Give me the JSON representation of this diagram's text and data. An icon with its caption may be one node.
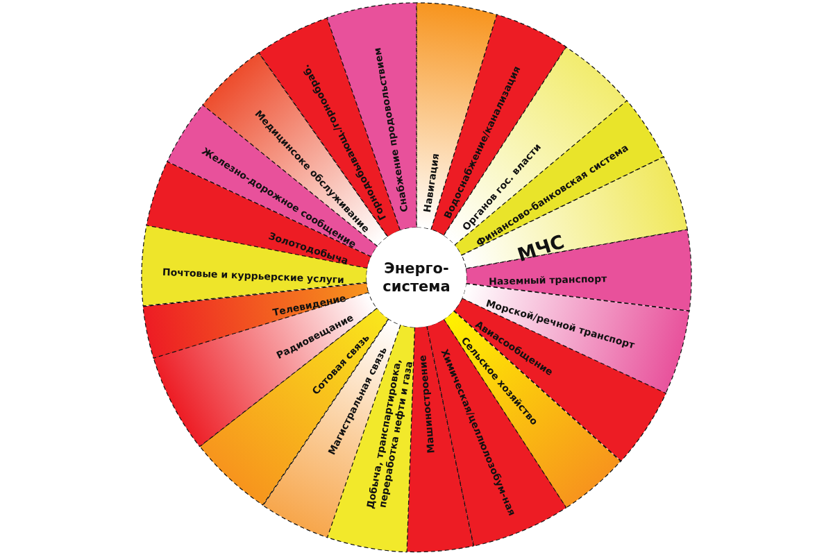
{
  "diagram": {
    "nodes": [
      {
        "text": [
          "Энерго- система"
        ]
      },
      {
        "text": [
          "Навигация"
        ]
      },
      {
        "text": [
          "Водоснабжение/канализация"
        ]
      },
      {
        "text": [
          "Органов гос. власти"
        ]
      },
      {
        "text": [
          "Финансово-банковская система"
        ]
      },
      {
        "text": [
          "МЧС"
        ]
      },
      {
        "text": [
          "Наземный транспорт"
        ]
      },
      {
        "text": [
          "Морской/речной транспорт"
        ]
      },
      {
        "text": [
          "Авиасообщение"
        ]
      },
      {
        "text": [
          "Сельское хозяйство"
        ]
      },
      {
        "text": [
          "Химическая/целлюлозобум-ная"
        ]
      },
      {
        "text": [
          "Машиностроение"
        ]
      },
      {
        "text": [
          "Добыча, транспартировка, переработка нефти и газа"
        ]
      },
      {
        "text": [
          "Магистральная связь"
        ]
      },
      {
        "text": [
          "Сотовая связь"
        ]
      },
      {
        "text": [
          "Радиовещание"
        ]
      },
      {
        "text": [
          "Телевидение"
        ]
      },
      {
        "text": [
          "Почтовые и куррьерские услуги"
        ]
      },
      {
        "text": [
          "Золотодобыча"
        ]
      },
      {
        "text": [
          "Железно-дорожное сообщение"
        ]
      },
      {
        "text": [
          "Медицинсоке обслуживание"
        ]
      },
      {
        "text": [
          "Горнодобывающ./горнообраб."
        ]
      },
      {
        "text": [
          "Снабжение продовольствием"
        ]
      }
    ]
  }
}
